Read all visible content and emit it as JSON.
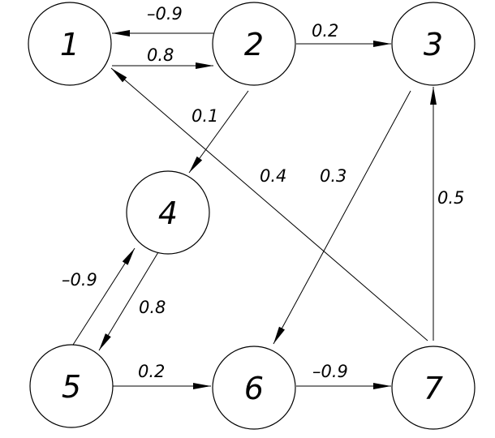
{
  "graph": {
    "nodes": [
      {
        "id": "1",
        "label": "1"
      },
      {
        "id": "2",
        "label": "2"
      },
      {
        "id": "3",
        "label": "3"
      },
      {
        "id": "4",
        "label": "4"
      },
      {
        "id": "5",
        "label": "5"
      },
      {
        "id": "6",
        "label": "6"
      },
      {
        "id": "7",
        "label": "7"
      }
    ],
    "edges": [
      {
        "from": "2",
        "to": "1",
        "weight": "–0.9"
      },
      {
        "from": "1",
        "to": "2",
        "weight": "0.8"
      },
      {
        "from": "2",
        "to": "3",
        "weight": "0.2"
      },
      {
        "from": "2",
        "to": "4",
        "weight": "0.1"
      },
      {
        "from": "7",
        "to": "1",
        "weight": "0.4"
      },
      {
        "from": "3",
        "to": "6",
        "weight": "0.3"
      },
      {
        "from": "7",
        "to": "3",
        "weight": "0.5"
      },
      {
        "from": "5",
        "to": "4",
        "weight": "–0.9"
      },
      {
        "from": "4",
        "to": "5",
        "weight": "0.8"
      },
      {
        "from": "5",
        "to": "6",
        "weight": "0.2"
      },
      {
        "from": "6",
        "to": "7",
        "weight": "–0.9"
      }
    ]
  }
}
